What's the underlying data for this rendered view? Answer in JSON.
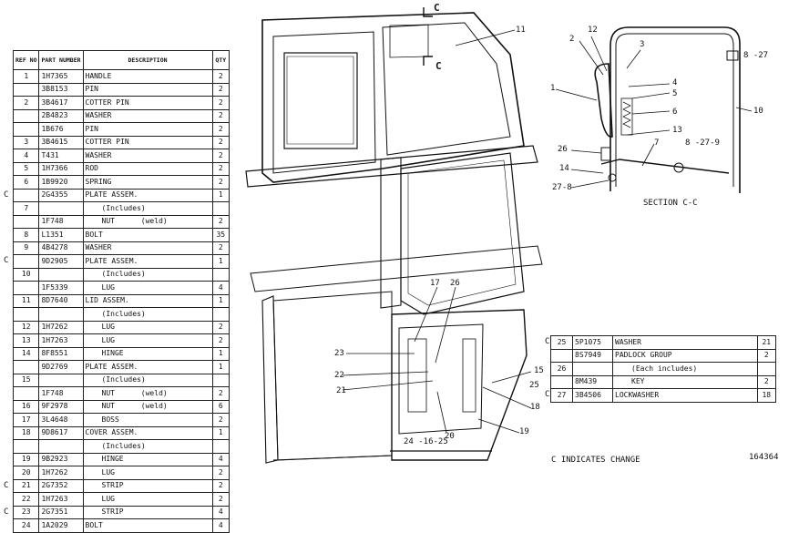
{
  "table_headers": {
    "ref": "REF NO",
    "part": "PART NUMBER",
    "desc": "DESCRIPTION",
    "qty": "QTY"
  },
  "parts": [
    {
      "ref": "1",
      "part": "1H7365",
      "desc": "HANDLE",
      "qty": "2"
    },
    {
      "ref": "",
      "part": "3B8153",
      "desc": "PIN",
      "qty": "2"
    },
    {
      "ref": "2",
      "part": "3B4617",
      "desc": "COTTER PIN",
      "qty": "2"
    },
    {
      "ref": "",
      "part": "2B4823",
      "desc": "WASHER",
      "qty": "2"
    },
    {
      "ref": "",
      "part": "1B676",
      "desc": "PIN",
      "qty": "2"
    },
    {
      "ref": "3",
      "part": "3B4615",
      "desc": "COTTER PIN",
      "qty": "2"
    },
    {
      "ref": "4",
      "part": "T431",
      "desc": "WASHER",
      "qty": "2"
    },
    {
      "ref": "5",
      "part": "1H7366",
      "desc": "ROD",
      "qty": "2"
    },
    {
      "ref": "6",
      "part": "1B9920",
      "desc": "SPRING",
      "qty": "2"
    },
    {
      "ref": "",
      "part": "2G4355",
      "desc": "PLATE ASSEM.",
      "qty": "1",
      "change": "C"
    },
    {
      "ref": "7",
      "part": "",
      "desc": "(Includes)",
      "qty": ""
    },
    {
      "ref": "",
      "part": "1F748",
      "desc": "NUT",
      "note": "(weld)",
      "qty": "2"
    },
    {
      "ref": "8",
      "part": "L1351",
      "desc": "BOLT",
      "qty": "35"
    },
    {
      "ref": "9",
      "part": "4B4278",
      "desc": "WASHER",
      "qty": "2"
    },
    {
      "ref": "",
      "part": "9D2905",
      "desc": "PLATE ASSEM.",
      "qty": "1",
      "change": "C"
    },
    {
      "ref": "10",
      "part": "",
      "desc": "(Includes)",
      "qty": ""
    },
    {
      "ref": "",
      "part": "1F5339",
      "desc": "LUG",
      "qty": "4"
    },
    {
      "ref": "11",
      "part": "8D7640",
      "desc": "LID ASSEM.",
      "qty": "1"
    },
    {
      "ref": "",
      "part": "",
      "desc": "(Includes)",
      "qty": ""
    },
    {
      "ref": "12",
      "part": "1H7262",
      "desc": "LUG",
      "qty": "2"
    },
    {
      "ref": "13",
      "part": "1H7263",
      "desc": "LUG",
      "qty": "2"
    },
    {
      "ref": "14",
      "part": "8F8551",
      "desc": "HINGE",
      "qty": "1"
    },
    {
      "ref": "",
      "part": "9D2769",
      "desc": "PLATE ASSEM.",
      "qty": "1"
    },
    {
      "ref": "15",
      "part": "",
      "desc": "(Includes)",
      "qty": ""
    },
    {
      "ref": "",
      "part": "1F748",
      "desc": "NUT",
      "note": "(weld)",
      "qty": "2"
    },
    {
      "ref": "16",
      "part": "9F2978",
      "desc": "NUT",
      "note": "(weld)",
      "qty": "6"
    },
    {
      "ref": "17",
      "part": "3L4648",
      "desc": "BOSS",
      "qty": "2"
    },
    {
      "ref": "18",
      "part": "9D8617",
      "desc": "COVER ASSEM.",
      "qty": "1"
    },
    {
      "ref": "",
      "part": "",
      "desc": "(Includes)",
      "qty": ""
    },
    {
      "ref": "19",
      "part": "9B2923",
      "desc": "HINGE",
      "qty": "4"
    },
    {
      "ref": "20",
      "part": "1H7262",
      "desc": "LUG",
      "qty": "2"
    },
    {
      "ref": "21",
      "part": "2G7352",
      "desc": "STRIP",
      "qty": "2",
      "change": "C"
    },
    {
      "ref": "22",
      "part": "1H7263",
      "desc": "LUG",
      "qty": "2"
    },
    {
      "ref": "23",
      "part": "2G7351",
      "desc": "STRIP",
      "qty": "4",
      "change": "C"
    },
    {
      "ref": "24",
      "part": "1A2029",
      "desc": "BOLT",
      "qty": "4"
    }
  ],
  "parts2": [
    {
      "ref": "25",
      "part": "5P1075",
      "desc": "WASHER",
      "qty": "21",
      "change": "C"
    },
    {
      "ref": "",
      "part": "8S7949",
      "desc": "PADLOCK GROUP",
      "qty": "2"
    },
    {
      "ref": "26",
      "part": "",
      "desc": "(Each includes)",
      "qty": ""
    },
    {
      "ref": "",
      "part": "8M439",
      "desc": "KEY",
      "qty": "2"
    },
    {
      "ref": "27",
      "part": "3B4506",
      "desc": "LOCKWASHER",
      "qty": "18",
      "change": "C"
    }
  ],
  "section_label": "SECTION C-C",
  "change_note": "C INDICATES CHANGE",
  "drawing_number": "164364",
  "callouts_main": [
    "11",
    "17",
    "26",
    "23",
    "22",
    "21",
    "20",
    "24 -16-25",
    "15",
    "25",
    "18",
    "19"
  ],
  "callouts_section": [
    "2",
    "12",
    "3",
    "1",
    "4",
    "5",
    "6",
    "13",
    "26",
    "14",
    "27-8",
    "7",
    "8 -27-9",
    "8 -27",
    "10"
  ],
  "section_cut_marks": [
    "C",
    "C"
  ]
}
